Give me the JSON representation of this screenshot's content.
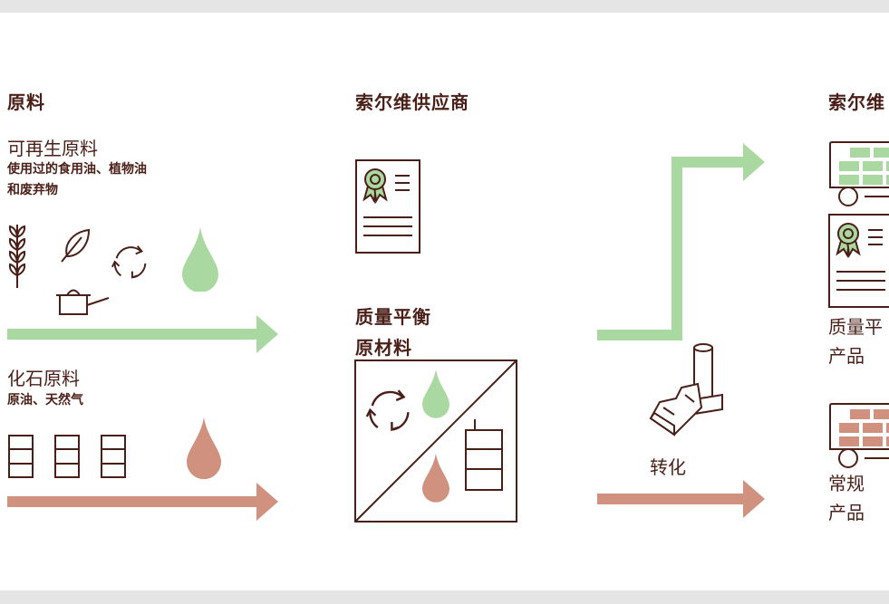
{
  "colors": {
    "dark": "#4a1f17",
    "green": "#a9d9a0",
    "terracotta": "#d0917e",
    "band": "#e5e5e6"
  },
  "col_raw": {
    "title": "原料",
    "renewable": {
      "heading": "可再生原料",
      "desc_line1": "使用过的食用油、植物油",
      "desc_line2": "和废弃物",
      "icons": [
        "wheat-icon",
        "leaf-icon",
        "recycle-icon",
        "cooking-pot-icon",
        "droplet-icon"
      ]
    },
    "fossil": {
      "heading": "化石原料",
      "desc": "原油、天然气",
      "icons": [
        "barrel-icon",
        "barrel-icon",
        "barrel-icon",
        "droplet-icon"
      ]
    }
  },
  "col_supplier": {
    "title": "索尔维供应商",
    "certificate_icon": "certificate-icon",
    "mass_balance_line1": "质量平衡",
    "mass_balance_line2": "原材料",
    "mixed_box_icons": [
      "recycle-icon",
      "droplet-icon",
      "droplet-icon",
      "barrel-icon"
    ]
  },
  "col_process": {
    "label": "转化",
    "icon": "factory-icon"
  },
  "col_solvay": {
    "title": "索尔维",
    "mass_balance_product_line1": "质量平",
    "mass_balance_product_line2": "产品",
    "conventional_product_line1": "常规",
    "conventional_product_line2": "产品",
    "icons": [
      "truck-icon",
      "certificate-icon",
      "truck-icon"
    ]
  }
}
